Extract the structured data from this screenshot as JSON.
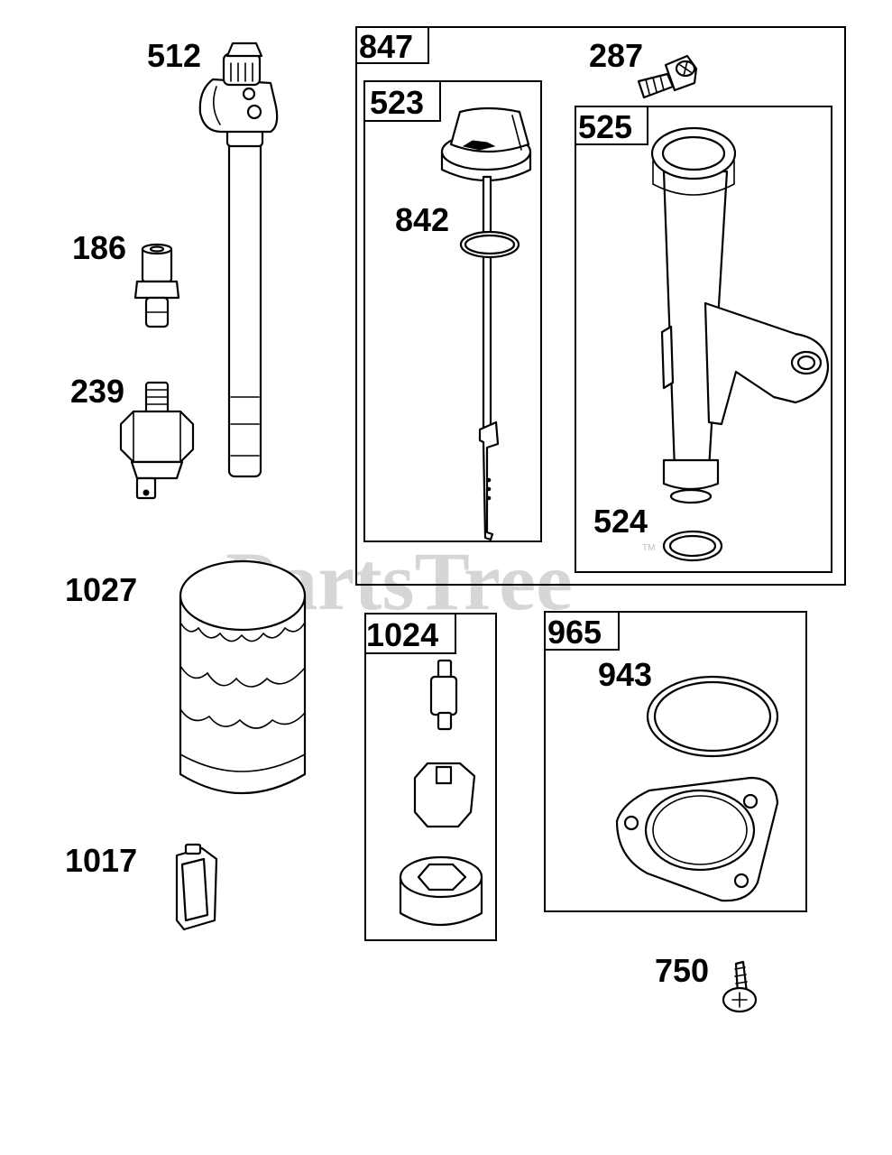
{
  "watermark": "PartsTree",
  "watermark_mark": "TM",
  "parts": {
    "p512": "512",
    "p186": "186",
    "p239": "239",
    "p1027": "1027",
    "p1017": "1017",
    "p847": "847",
    "p523": "523",
    "p842": "842",
    "p287": "287",
    "p525": "525",
    "p524": "524",
    "p1024": "1024",
    "p965": "965",
    "p943": "943",
    "p750": "750"
  }
}
